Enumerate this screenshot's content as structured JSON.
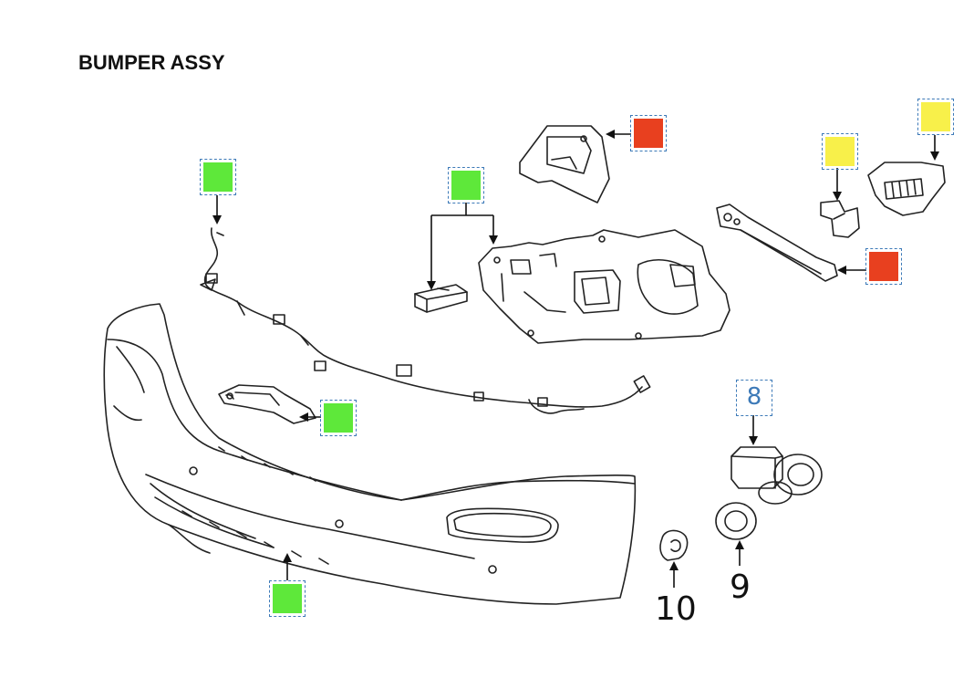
{
  "diagram": {
    "title": "BUMPER ASSY",
    "labels": {
      "item8": "8",
      "item9": "9",
      "item10": "10"
    },
    "colors": {
      "green": "#5ee83a",
      "red": "#e8401f",
      "yellow": "#f8f04a",
      "hotspot_border": "#3d7ab8",
      "line_art": "#222222"
    }
  }
}
